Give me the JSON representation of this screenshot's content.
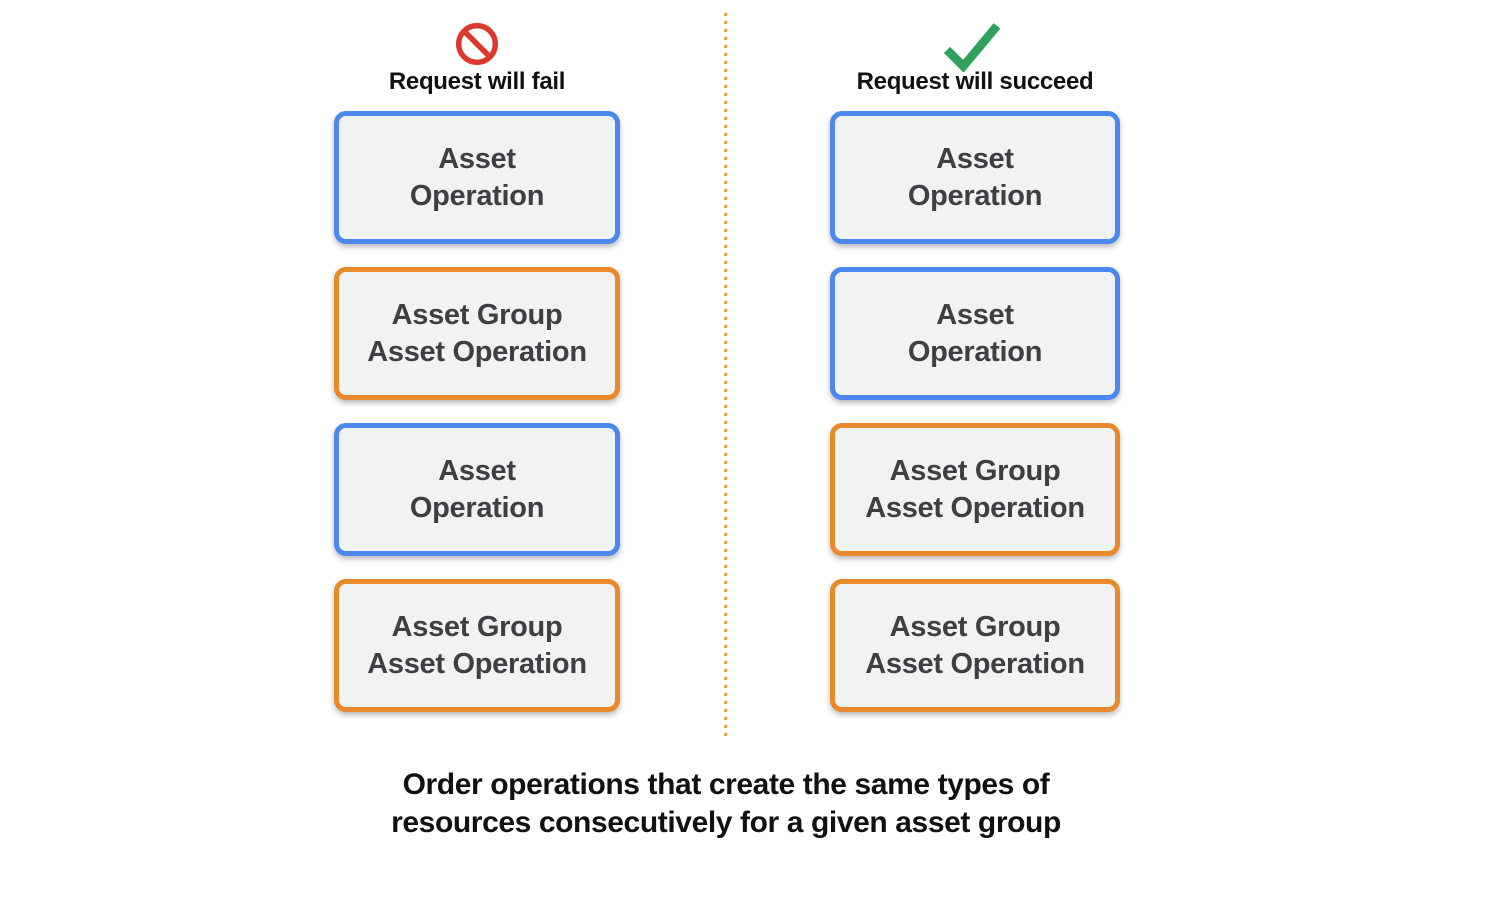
{
  "colors": {
    "blue-border": "#4A87EE",
    "orange-border": "#E8892B",
    "box-fill": "#F1F2F2",
    "box-text": "#3C4043",
    "heading-text": "#111111",
    "caption-text": "#111111",
    "fail-icon-red": "#DB392C",
    "success-icon-green": "#2FA15A",
    "divider-orange": "#ECA14C"
  },
  "columns": [
    {
      "id": "fail",
      "icon": "prohibition-icon",
      "heading": "Request will fail",
      "boxes": [
        {
          "type": "asset-operation",
          "lines": [
            "Asset",
            "Operation"
          ]
        },
        {
          "type": "asset-group-asset-operation",
          "lines": [
            "Asset Group",
            "Asset Operation"
          ]
        },
        {
          "type": "asset-operation",
          "lines": [
            "Asset",
            "Operation"
          ]
        },
        {
          "type": "asset-group-asset-operation",
          "lines": [
            "Asset Group",
            "Asset Operation"
          ]
        }
      ]
    },
    {
      "id": "succeed",
      "icon": "checkmark-icon",
      "heading": "Request will succeed",
      "boxes": [
        {
          "type": "asset-operation",
          "lines": [
            "Asset",
            "Operation"
          ]
        },
        {
          "type": "asset-operation",
          "lines": [
            "Asset",
            "Operation"
          ]
        },
        {
          "type": "asset-group-asset-operation",
          "lines": [
            "Asset Group",
            "Asset Operation"
          ]
        },
        {
          "type": "asset-group-asset-operation",
          "lines": [
            "Asset Group",
            "Asset Operation"
          ]
        }
      ]
    }
  ],
  "caption": {
    "lines": [
      "Order operations that create the same types of",
      "resources consecutively for a given asset group"
    ]
  }
}
